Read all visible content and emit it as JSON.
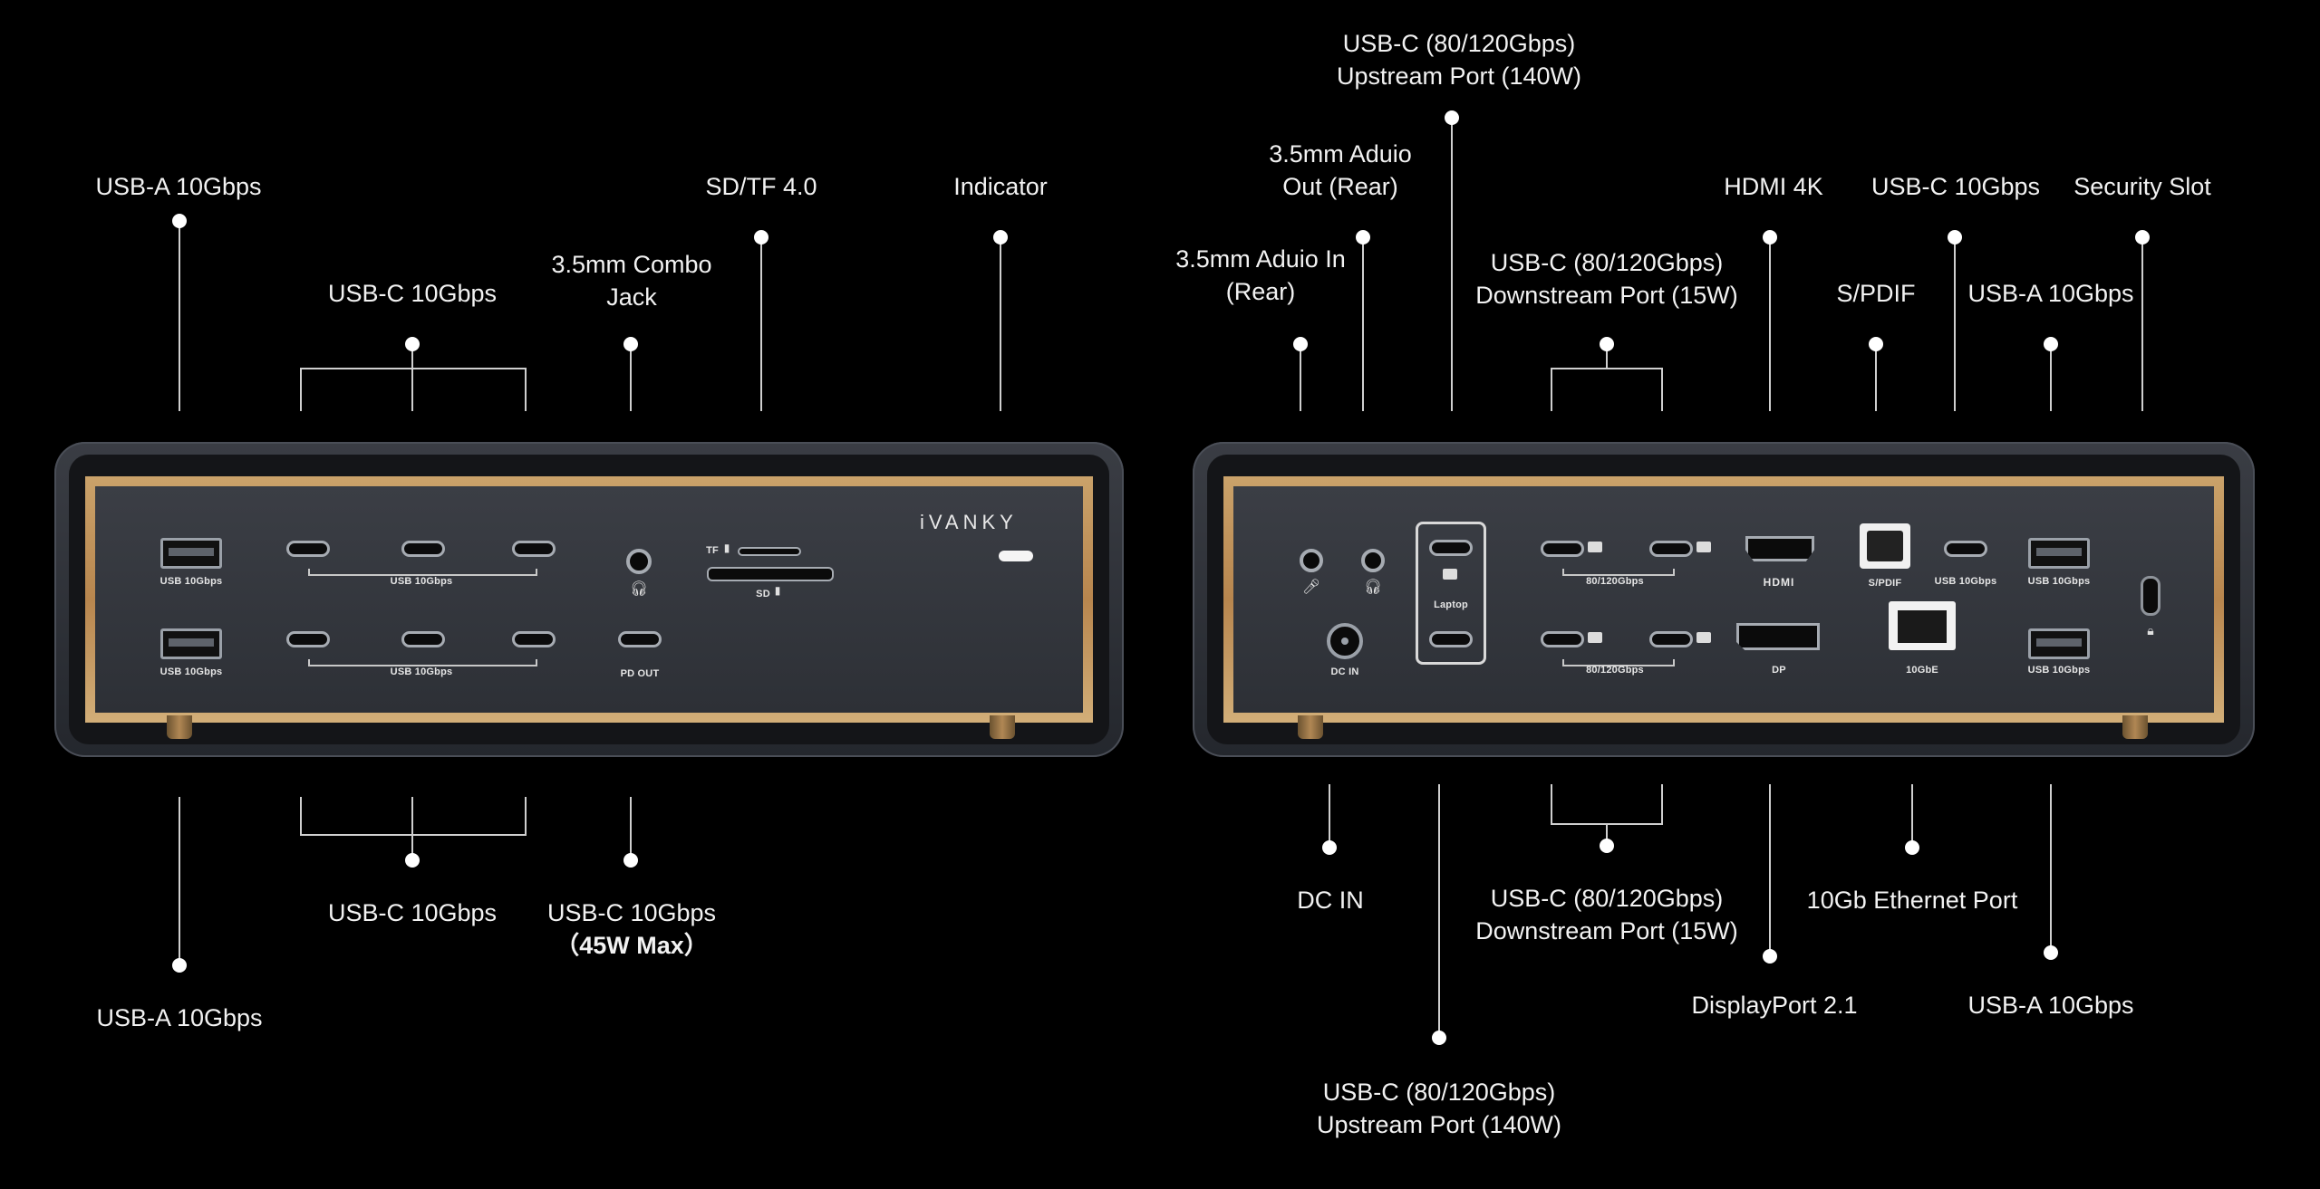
{
  "brand": "iVANKY",
  "front_callouts": {
    "usb_a_top": "USB-A 10Gbps",
    "usb_c_top": "USB-C 10Gbps",
    "combo_jack": [
      "3.5mm Combo",
      "Jack"
    ],
    "sd_tf": "SD/TF 4.0",
    "indicator": "Indicator",
    "usb_a_bottom": "USB-A 10Gbps",
    "usb_c_bottom": "USB-C 10Gbps",
    "pd_out": [
      "USB-C 10Gbps",
      "（45W Max）"
    ]
  },
  "rear_callouts": {
    "upstream_top": [
      "USB-C (80/120Gbps)",
      "Upstream Port (140W)"
    ],
    "audio_out": [
      "3.5mm Aduio",
      "Out (Rear)"
    ],
    "audio_in": [
      "3.5mm Aduio In",
      "(Rear)"
    ],
    "downstream_top": [
      "USB-C (80/120Gbps)",
      "Downstream Port (15W)"
    ],
    "hdmi": "HDMI 4K",
    "usb_c_rear": "USB-C 10Gbps",
    "security": "Security Slot",
    "spdif": "S/PDIF",
    "usb_a_rear_top": "USB-A 10Gbps",
    "dc_in": "DC IN",
    "downstream_bottom": [
      "USB-C (80/120Gbps)",
      "Downstream Port (15W)"
    ],
    "ethernet": "10Gb Ethernet Port",
    "displayport": "DisplayPort 2.1",
    "usb_a_rear_bottom": "USB-A 10Gbps",
    "upstream_bottom": [
      "USB-C (80/120Gbps)",
      "Upstream Port (140W)"
    ]
  },
  "front_panel_labels": {
    "usb_a_1": "USB 10Gbps",
    "usb_a_2": "USB 10Gbps",
    "usb_c_row1": "USB 10Gbps",
    "usb_c_row2": "USB 10Gbps",
    "tf": "TF",
    "sd": "SD",
    "pd_out": "PD OUT"
  },
  "rear_panel_labels": {
    "dc_in": "DC IN",
    "laptop": "Laptop",
    "tb_row1": "80/120Gbps",
    "tb_row2": "80/120Gbps",
    "hdmi_logo": "HDMI",
    "dp": "DP",
    "spdif": "S/PDIF",
    "ethernet": "10GbE",
    "usb_c": "USB 10Gbps",
    "usb_a_1": "USB 10Gbps",
    "usb_a_2": "USB 10Gbps"
  }
}
